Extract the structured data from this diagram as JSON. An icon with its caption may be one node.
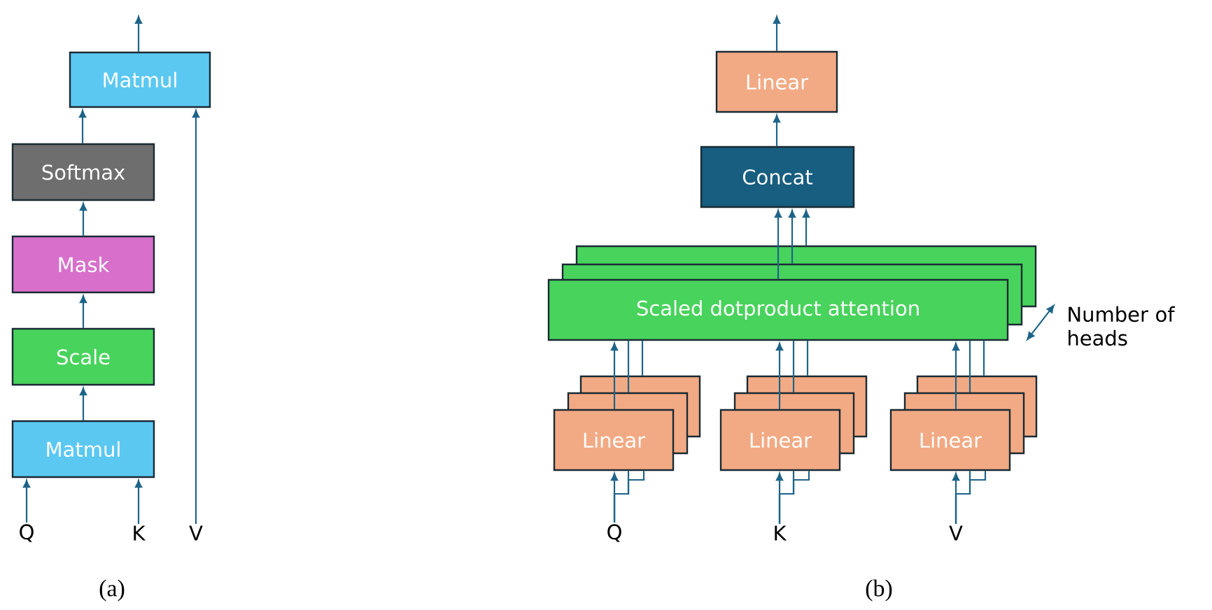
{
  "diagram": {
    "nodes": [
      {
        "text": [
          "Matmul"
        ]
      },
      {
        "text": [
          "Softmax"
        ]
      },
      {
        "text": [
          "Mask"
        ]
      },
      {
        "text": [
          "Scale"
        ]
      },
      {
        "text": [
          "Matmul"
        ]
      },
      {
        "text": [
          "Q"
        ]
      },
      {
        "text": [
          "K"
        ]
      },
      {
        "text": [
          "V"
        ]
      },
      {
        "text": [
          "Linear"
        ]
      },
      {
        "text": [
          "Concat"
        ]
      },
      {
        "text": [
          "Scaled dotproduct attention"
        ]
      },
      {
        "text": [
          "Linear"
        ]
      },
      {
        "text": [
          "Linear"
        ]
      },
      {
        "text": [
          "Linear"
        ]
      },
      {
        "text": [
          "Q"
        ]
      },
      {
        "text": [
          "K"
        ]
      },
      {
        "text": [
          "V"
        ]
      }
    ],
    "edges": [
      {
        "from": 4,
        "to": 3,
        "arrow": "to"
      },
      {
        "from": 3,
        "to": 2,
        "arrow": "to"
      },
      {
        "from": 2,
        "to": 1,
        "arrow": "to"
      },
      {
        "from": 1,
        "to": 0,
        "arrow": "to"
      },
      {
        "from": 0,
        "to": null,
        "arrow": "to"
      },
      {
        "from": 5,
        "to": 4,
        "arrow": "to"
      },
      {
        "from": 6,
        "to": 4,
        "arrow": "to"
      },
      {
        "from": 7,
        "to": 0,
        "arrow": "to"
      },
      {
        "from": 9,
        "to": 8,
        "arrow": "to"
      },
      {
        "from": 8,
        "to": null,
        "arrow": "to"
      },
      {
        "from": 10,
        "to": 9,
        "arrow": "to"
      },
      {
        "from": 10,
        "to": 9,
        "arrow": "to"
      },
      {
        "from": 10,
        "to": 9,
        "arrow": "to"
      },
      {
        "from": 11,
        "to": 10,
        "arrow": "to"
      },
      {
        "from": 11,
        "to": 10,
        "arrow": "none"
      },
      {
        "from": 11,
        "to": 10,
        "arrow": "none"
      },
      {
        "from": 12,
        "to": 10,
        "arrow": "to"
      },
      {
        "from": 12,
        "to": 10,
        "arrow": "none"
      },
      {
        "from": 12,
        "to": 10,
        "arrow": "none"
      },
      {
        "from": 13,
        "to": 10,
        "arrow": "to"
      },
      {
        "from": 13,
        "to": 10,
        "arrow": "none"
      },
      {
        "from": 13,
        "to": 10,
        "arrow": "none"
      },
      {
        "from": 14,
        "to": 11,
        "arrow": "to"
      },
      {
        "from": 14,
        "to": 11,
        "arrow": "none"
      },
      {
        "from": 14,
        "to": 11,
        "arrow": "none"
      },
      {
        "from": 15,
        "to": 12,
        "arrow": "to"
      },
      {
        "from": 15,
        "to": 12,
        "arrow": "none"
      },
      {
        "from": 15,
        "to": 12,
        "arrow": "none"
      },
      {
        "from": 16,
        "to": 13,
        "arrow": "to"
      },
      {
        "from": 16,
        "to": 13,
        "arrow": "none"
      },
      {
        "from": 16,
        "to": 13,
        "arrow": "none"
      }
    ],
    "labels": [
      "Number of heads",
      "(a)",
      "(b)"
    ]
  }
}
